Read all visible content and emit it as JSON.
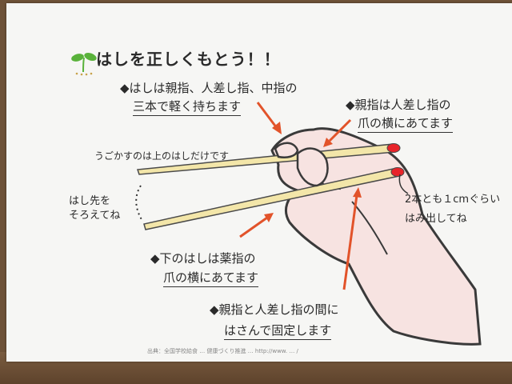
{
  "poster": {
    "title": "はしを正しくもとう！！",
    "tips": [
      {
        "line1": "◆はしは親指、人差し指、中指の",
        "line2": "三本で軽く持ちます"
      },
      {
        "line1": "◆親指は人差し指の",
        "line2": "爪の横にあてます"
      },
      {
        "line1": "うごかすのは上のはしだけです"
      },
      {
        "line1": "はし先を",
        "line2": "そろえてね"
      },
      {
        "line1": "2本とも１cmぐらい",
        "line2": "はみ出してね"
      },
      {
        "line1": "◆下のはしは薬指の",
        "line2": "爪の横にあてます"
      },
      {
        "line1": "◆親指と人差し指の間に",
        "line2": "はさんで固定します"
      }
    ],
    "footer": "出典：全国学校給食 … 健康づくり推進 … http://www. … /"
  },
  "colors": {
    "paper": "#f6f6f4",
    "chopstick": "#f3e6a9",
    "chopstick_tip": "#e8242a",
    "hand": "#f7e3e1",
    "arrow": "#e2532a",
    "sprout": "#59b23a"
  }
}
